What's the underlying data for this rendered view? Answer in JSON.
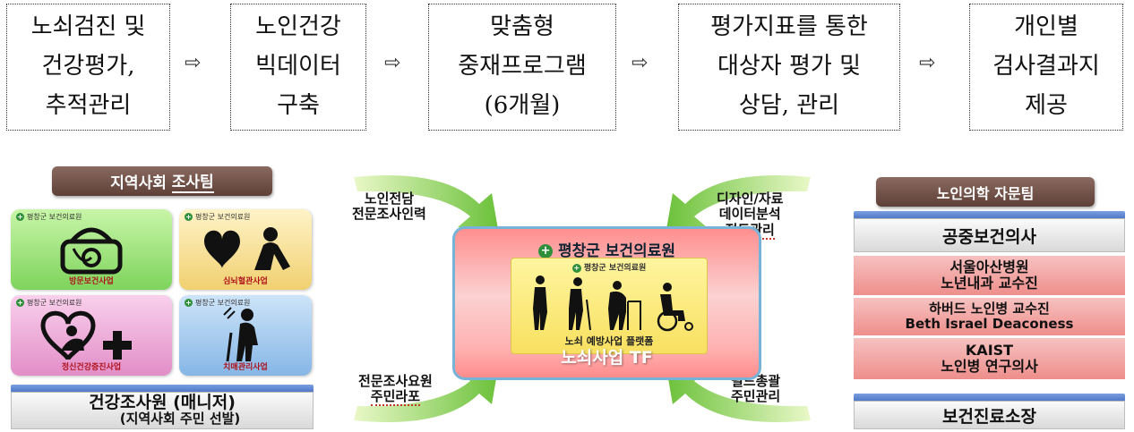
{
  "flow": {
    "steps": [
      {
        "lines": [
          "노쇠검진 및",
          "건강평가,",
          "추적관리"
        ]
      },
      {
        "lines": [
          "노인건강",
          "빅데이터",
          "구축"
        ]
      },
      {
        "lines": [
          "맞춤형",
          "중재프로그램",
          "(6개월)"
        ]
      },
      {
        "lines": [
          "평가지표를 통한",
          "대상자 평가 및",
          "상담, 관리"
        ]
      },
      {
        "lines": [
          "개인별",
          "검사결과지",
          "제공"
        ]
      }
    ],
    "arrow_symbol": "⇨"
  },
  "left": {
    "title_plain": "지역사회 ",
    "title_underlined": "조사팀",
    "org_label": "평창군 보건의료원",
    "tiles": [
      {
        "caption": "방문보건사업",
        "icon": "bag-stethoscope-icon",
        "color": "#9be07a"
      },
      {
        "caption": "심뇌혈관사업",
        "icon": "heart-person-icon",
        "color": "#f6e4a0"
      },
      {
        "caption": "정신건강증진사업",
        "icon": "heart-cross-icon",
        "color": "#f0a8d8"
      },
      {
        "caption": "치매관리사업",
        "icon": "elder-cane-icon",
        "color": "#9cc8ee"
      }
    ],
    "manager_line1": "건강조사원 (매니저)",
    "manager_line2": "(지역사회 주민 선발)"
  },
  "center": {
    "title": "평창군 보건의료원",
    "inner_head": "평창군 보건의료원",
    "inner_caption": "노쇠 예방사업 플랫폼",
    "bottom_label": "노쇠사업 TF"
  },
  "arrows": {
    "top_left": [
      "노인전담",
      "전문조사인력"
    ],
    "top_right": [
      "디자인/자료",
      "데이터분석",
      "정도관리"
    ],
    "bottom_left": [
      "전문조사요원",
      "주민라포"
    ],
    "bottom_right": [
      "필드총괄",
      "주민관리"
    ]
  },
  "right": {
    "title": "노인의학 자문팀",
    "public_doctor": "공중보건의사",
    "advisors": [
      [
        "서울아산병원",
        "노년내과 교수진"
      ],
      [
        "하버드 노인병 교수진",
        "Beth Israel Deaconess"
      ],
      [
        "KAIST",
        "노인병 연구의사"
      ]
    ],
    "director": "보건진료소장"
  }
}
